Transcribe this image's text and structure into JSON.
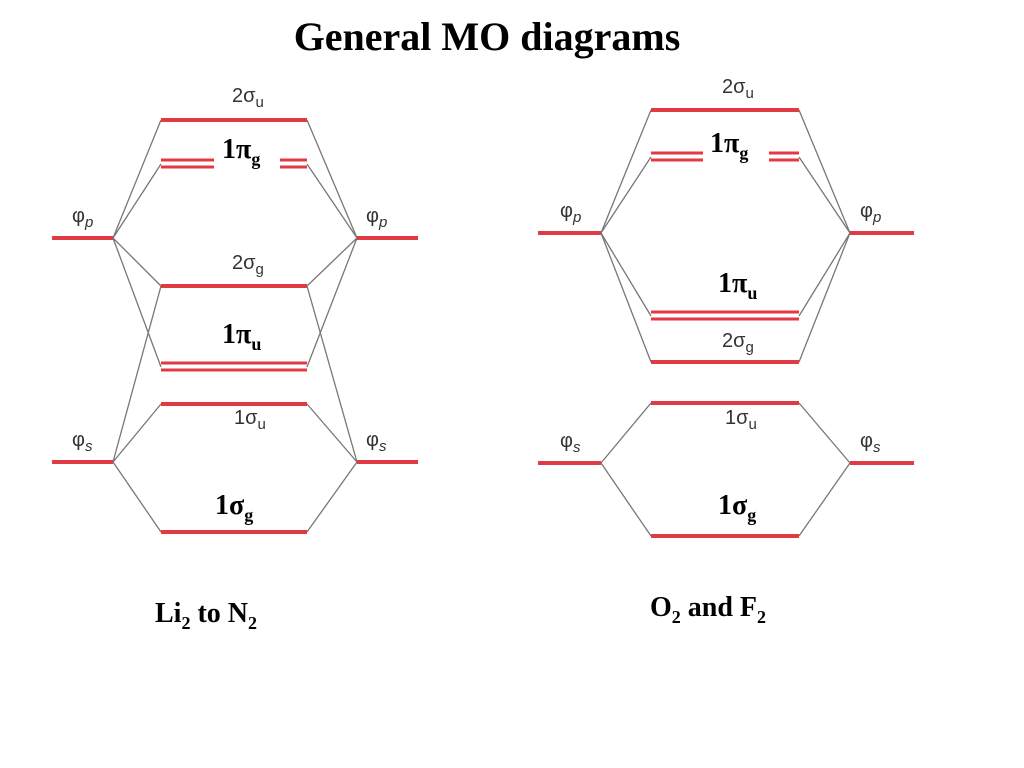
{
  "title": "General MO diagrams",
  "colors": {
    "level": "#e03a44",
    "connector": "#777777"
  },
  "left": {
    "caption": {
      "a": "Li",
      "a_sub": "2",
      "mid": " to N",
      "b_sub": "2"
    },
    "phi_p": {
      "base": "φ",
      "sub": "p"
    },
    "phi_s": {
      "base": "φ",
      "sub": "s"
    },
    "sigma_u2": {
      "base": "2σ",
      "sub": "u"
    },
    "pi_g": {
      "base": "1π",
      "sub": "g"
    },
    "sigma_g2": {
      "base": "2σ",
      "sub": "g"
    },
    "pi_u": {
      "base": "1π",
      "sub": "u"
    },
    "sigma_u1": {
      "base": "1σ",
      "sub": "u"
    },
    "sigma_g1": {
      "base": "1σ",
      "sub": "g"
    }
  },
  "right": {
    "caption": {
      "a": "O",
      "a_sub": "2",
      "mid": " and F",
      "b_sub": "2"
    },
    "phi_p": {
      "base": "φ",
      "sub": "p"
    },
    "phi_s": {
      "base": "φ",
      "sub": "s"
    },
    "sigma_u2": {
      "base": "2σ",
      "sub": "u"
    },
    "pi_g": {
      "base": "1π",
      "sub": "g"
    },
    "pi_u": {
      "base": "1π",
      "sub": "u"
    },
    "sigma_g2": {
      "base": "2σ",
      "sub": "g"
    },
    "sigma_u1": {
      "base": "1σ",
      "sub": "u"
    },
    "sigma_g1": {
      "base": "1σ",
      "sub": "g"
    }
  }
}
